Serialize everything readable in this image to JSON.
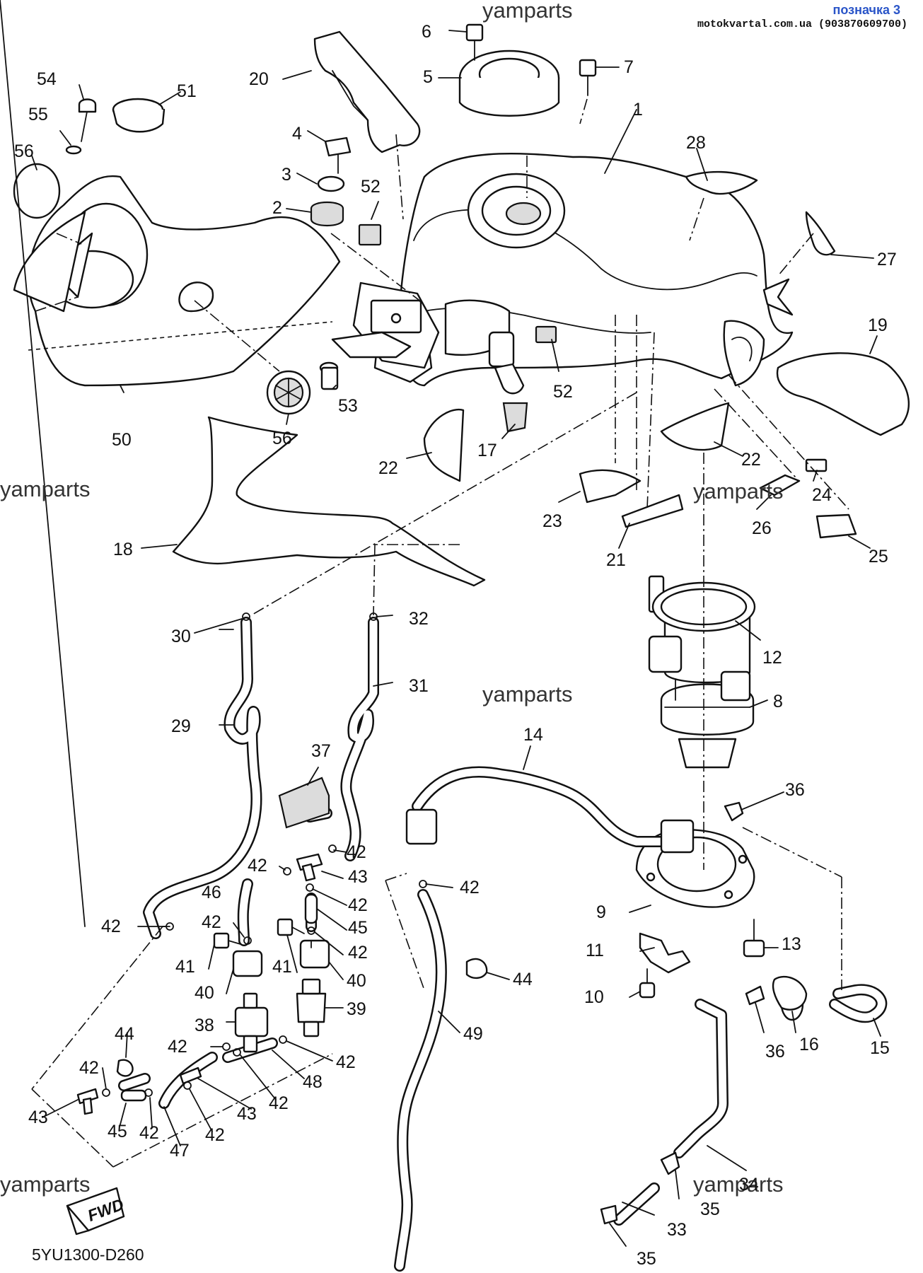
{
  "header": {
    "label": "позначка 3",
    "site": "motokvartal.com.ua (903870609700)"
  },
  "watermark": "yamparts",
  "diagram_code": "5YU1300-D260",
  "fwd_label": "FWD",
  "part_numbers": {
    "p1": "1",
    "p2": "2",
    "p3": "3",
    "p4": "4",
    "p5": "5",
    "p6": "6",
    "p7": "7",
    "p8": "8",
    "p9": "9",
    "p10": "10",
    "p11": "11",
    "p12": "12",
    "p13": "13",
    "p14": "14",
    "p15": "15",
    "p16": "16",
    "p17": "17",
    "p18": "18",
    "p19": "19",
    "p20": "20",
    "p21": "21",
    "p22": "22",
    "p23": "23",
    "p24": "24",
    "p25": "25",
    "p26": "26",
    "p27": "27",
    "p28": "28",
    "p29": "29",
    "p30": "30",
    "p31": "31",
    "p32": "32",
    "p33": "33",
    "p34": "34",
    "p35": "35",
    "p36": "36",
    "p37": "37",
    "p38": "38",
    "p39": "39",
    "p40": "40",
    "p41": "41",
    "p42": "42",
    "p43": "43",
    "p44": "44",
    "p45": "45",
    "p46": "46",
    "p47": "47",
    "p48": "48",
    "p49": "49",
    "p50": "50",
    "p51": "51",
    "p52": "52",
    "p53": "53",
    "p54": "54",
    "p55": "55",
    "p56": "56"
  }
}
